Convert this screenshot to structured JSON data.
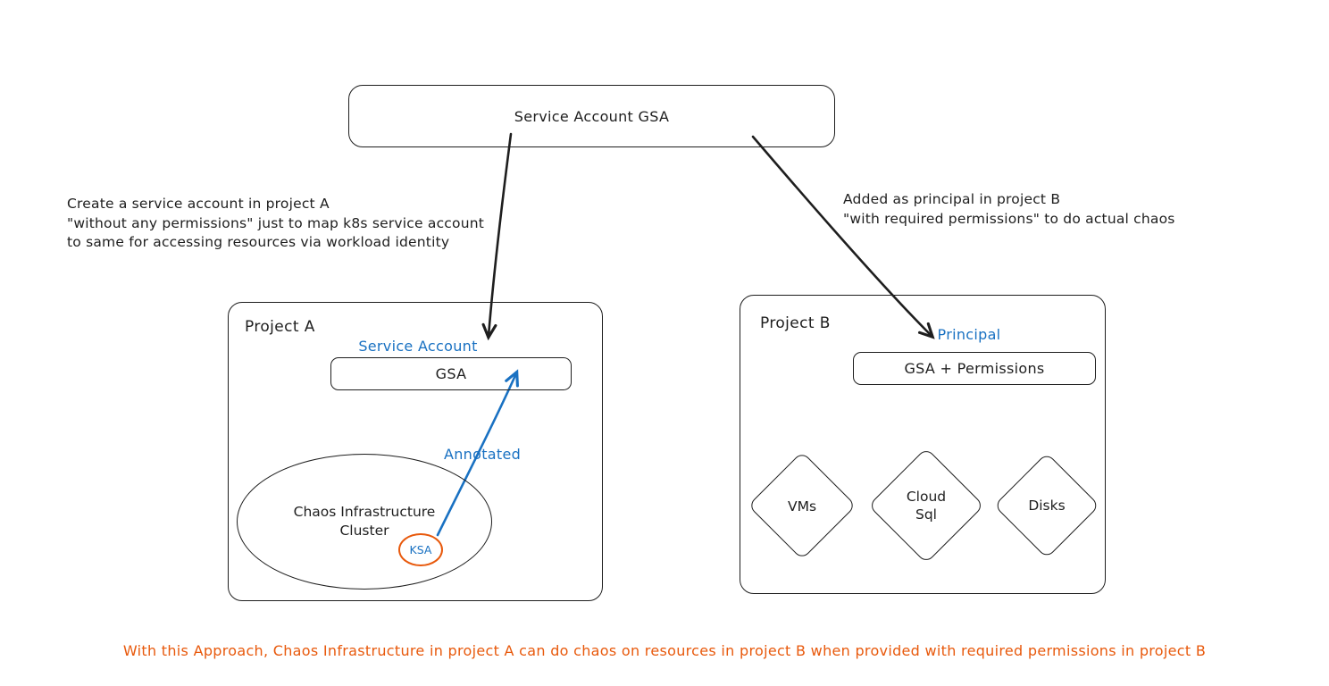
{
  "colors": {
    "stroke": "#1e1e1e",
    "blue": "#1971c2",
    "orange": "#e8590c",
    "bg": "#ffffff"
  },
  "top_box": {
    "label": "Service Account GSA"
  },
  "annotations": {
    "left": "Create a service account in project A\n\"without any permissions\" just to map k8s service account\nto same for accessing resources via workload identity",
    "right": "Added as principal in project B\n\"with required permissions\" to do actual chaos"
  },
  "project_a": {
    "title": "Project A",
    "service_account_label": "Service Account",
    "gsa_box": "GSA",
    "cluster_label": "Chaos Infrastructure\nCluster",
    "ksa_label": "KSA",
    "annotated_label": "Annotated"
  },
  "project_b": {
    "title": "Project B",
    "principal_label": "Principal",
    "gsa_permissions_box": "GSA + Permissions",
    "resources": [
      {
        "label": "VMs"
      },
      {
        "label": "Cloud\nSql"
      },
      {
        "label": "Disks"
      }
    ]
  },
  "footer": "With this Approach, Chaos Infrastructure in project A can do chaos on resources in project B when provided with required permissions in project B"
}
